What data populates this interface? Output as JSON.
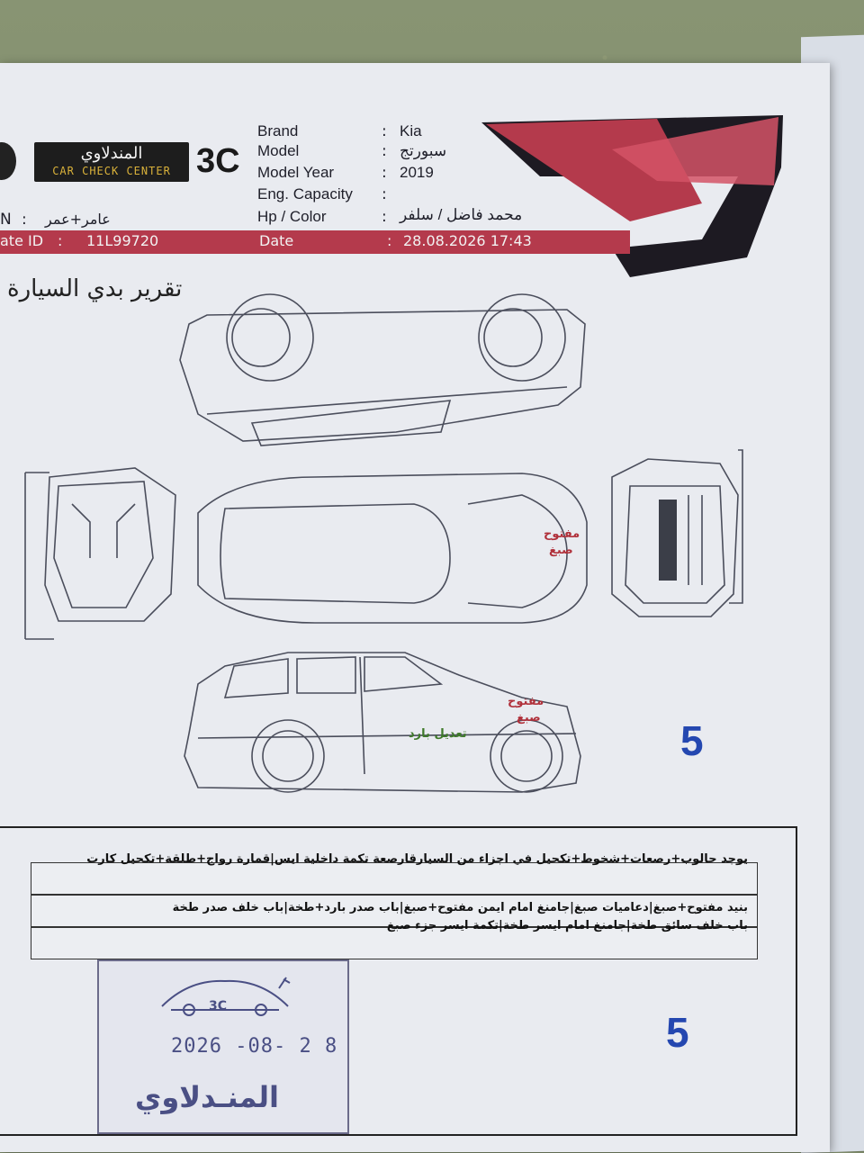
{
  "header": {
    "logo_arabic": "المندلاوي",
    "logo_english": "CAR CHECK CENTER",
    "logo_mark": "3C"
  },
  "fields": {
    "brand_label": "Brand",
    "brand_value": "Kia",
    "model_label": "Model",
    "model_value": "سبورتج",
    "year_label": "Model Year",
    "year_value": "2019",
    "engine_label": "Eng. Capacity",
    "engine_value": "",
    "color_label": "Hp / Color",
    "color_value": "محمد فاضل / سلفر",
    "customer_prefix": "N",
    "customer_value": "عامر+عمر",
    "plate_label": "ate ID",
    "plate_value": "11L99720",
    "date_label": "Date",
    "date_value": "28.08.2026 17:43",
    "colon": ":"
  },
  "report_title": "تقرير بدي السيارة",
  "diagram_notes": {
    "top_note_line1": "مفتوح",
    "top_note_line2": "صبغ",
    "side_note_line1": "مفتوح",
    "side_note_line2": "صبغ",
    "side_note_green": "تعديل بارد"
  },
  "findings": [
    "يوجد حالوب+رصعات+شخوط+تكحيل في اجزاء من السيارقارصعة تكمة داخلية ايس|قمارة رواج+طلقة+تكحيل كارت",
    "بنيد مفتوح+صبغ|دعاميات صبغ|جامنغ امام ايمن مفتوح+صبغ|باب صدر بارد+طخة|باب خلف صدر طخة",
    "باب خلف سائق طخة|جامنغ امام ايسر طخة|تكمة ايسر جزء صبغ"
  ],
  "stamp": {
    "date": "2026 -08- 2 8",
    "name": "المنـدلاوي",
    "mark": "3C"
  },
  "marks": {
    "upper_digit": "5",
    "lower_digit": "5"
  },
  "colors": {
    "brand_red": "#b43a4c",
    "stamp_blue": "#4a4f84",
    "note_red": "#b0303a",
    "note_green": "#3f7a2a",
    "digit_blue": "#2447b0"
  }
}
